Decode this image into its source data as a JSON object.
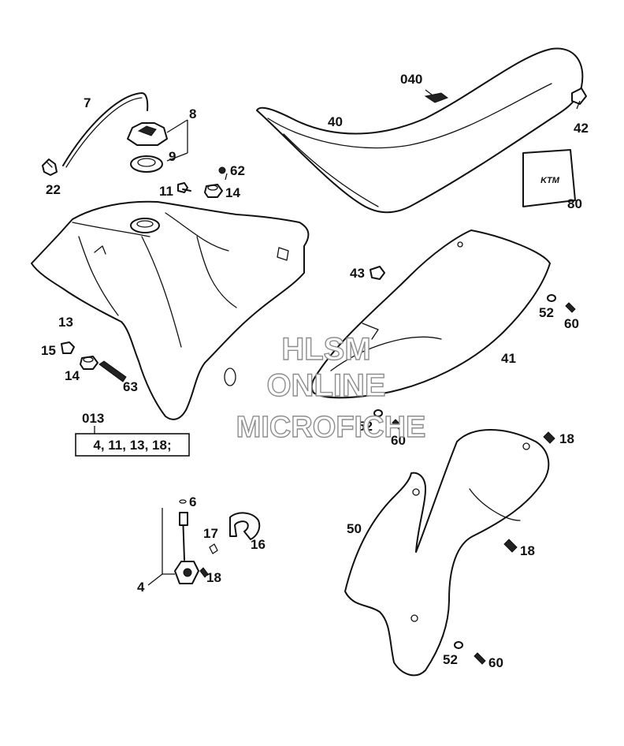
{
  "labels": {
    "p7": "7",
    "p8": "8",
    "p9": "9",
    "p22": "22",
    "p11": "11",
    "p62": "62",
    "p14a": "14",
    "p040": "040",
    "p40": "40",
    "p42": "42",
    "p80": "80",
    "p13": "13",
    "p43": "43",
    "p52a": "52",
    "p60a": "60",
    "p15": "15",
    "p14b": "14",
    "p63": "63",
    "p41": "41",
    "p013": "013",
    "p52b": "52",
    "p60b": "60",
    "p18a": "18",
    "p6": "6",
    "p17": "17",
    "p16": "16",
    "p18b": "18",
    "p4": "4",
    "p50": "50",
    "p18c": "18",
    "p52c": "52",
    "p60c": "60"
  },
  "kit_box": {
    "text": "4, 11, 13, 18;"
  },
  "watermark": {
    "line1": "HLSM",
    "line2": "ONLINE",
    "line3": "MICROFICHE"
  },
  "logo": {
    "text": "KTM"
  }
}
